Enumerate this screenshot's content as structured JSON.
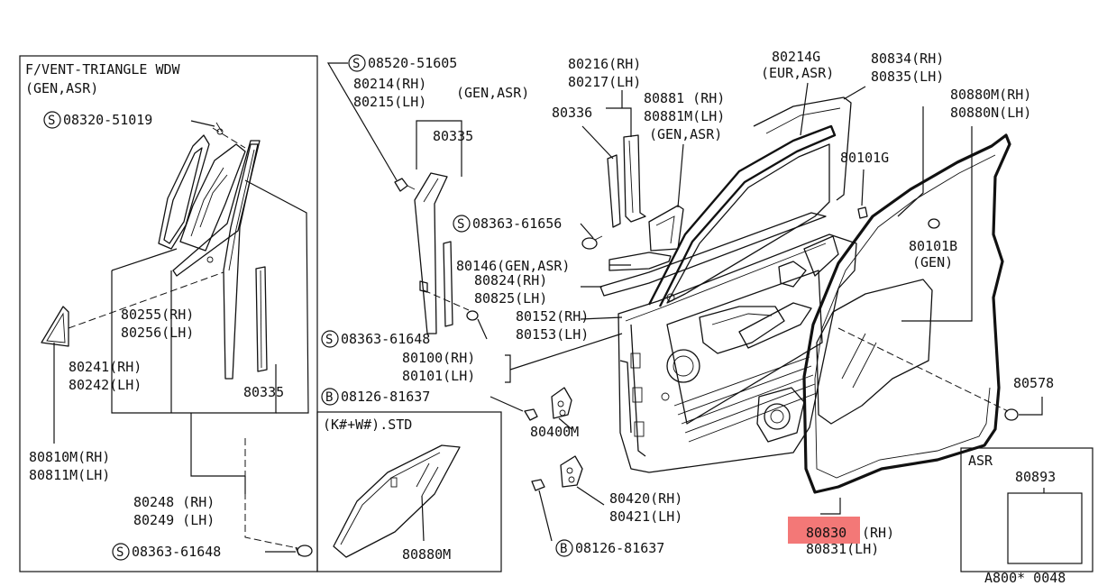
{
  "vent_box": {
    "title": "F/VENT-TRIANGLE WDW",
    "subtitle": "(GEN,ASR)",
    "screw_top_no": "08320-51019",
    "l_80255": "80255(RH)",
    "l_80256": "80256(LH)",
    "l_80241": "80241(RH)",
    "l_80242": "80242(LH)",
    "l_80335b": "80335",
    "l_80810": "80810M(RH)",
    "l_80811": "80811M(LH)",
    "l_80248": "80248 (RH)",
    "l_80249": "80249 (LH)",
    "screw_bottom_no": "08363-61648"
  },
  "std_box": {
    "title": "(K#+W#).STD",
    "part": "80880M"
  },
  "center": {
    "screw_top_no": "08520-51605",
    "l_80214": "80214(RH)",
    "l_80215": "80215(LH)",
    "gen_asr": "(GEN,ASR)",
    "l_80335": "80335",
    "screw_mid_no": "08363-61656",
    "l_80146": "80146(GEN,ASR)",
    "l_80824": "80824(RH)",
    "l_80825": "80825(LH)",
    "screw_low_no": "08363-61648",
    "l_80152": "80152(RH)",
    "l_80153": "80153(LH)",
    "l_80100": "80100(RH)",
    "l_80101": "80101(LH)",
    "bolt_top_no": "08126-81637",
    "l_80400": "80400M",
    "l_80420": "80420(RH)",
    "l_80421": "80421(LH)",
    "bolt_bottom_no": "08126-81637"
  },
  "top": {
    "l_80216": "80216(RH)",
    "l_80217": "80217(LH)",
    "l_80336": "80336",
    "l_80881": "80881 (RH)",
    "l_80881m": "80881M(LH)",
    "gen_asr": "(GEN,ASR)",
    "l_80214g": "80214G",
    "eur_asr": "(EUR,ASR)",
    "l_80834": "80834(RH)",
    "l_80835": "80835(LH)",
    "l_80880m": "80880M(RH)",
    "l_80880n": "80880N(LH)"
  },
  "right": {
    "l_80101g": "80101G",
    "l_80101b": "80101B",
    "gen": "(GEN)",
    "l_80578": "80578",
    "l_80830": "80830",
    "rh": "(RH)",
    "l_80831": "80831(LH)"
  },
  "asr_box": {
    "title": "ASR",
    "part": "80893"
  },
  "footer": {
    "drawing_no": "A800* 0048"
  },
  "symbols": {
    "screw": "S",
    "bolt": "B"
  },
  "colors": {
    "line": "#111111",
    "highlight": "#f1605f",
    "background": "#ffffff"
  }
}
